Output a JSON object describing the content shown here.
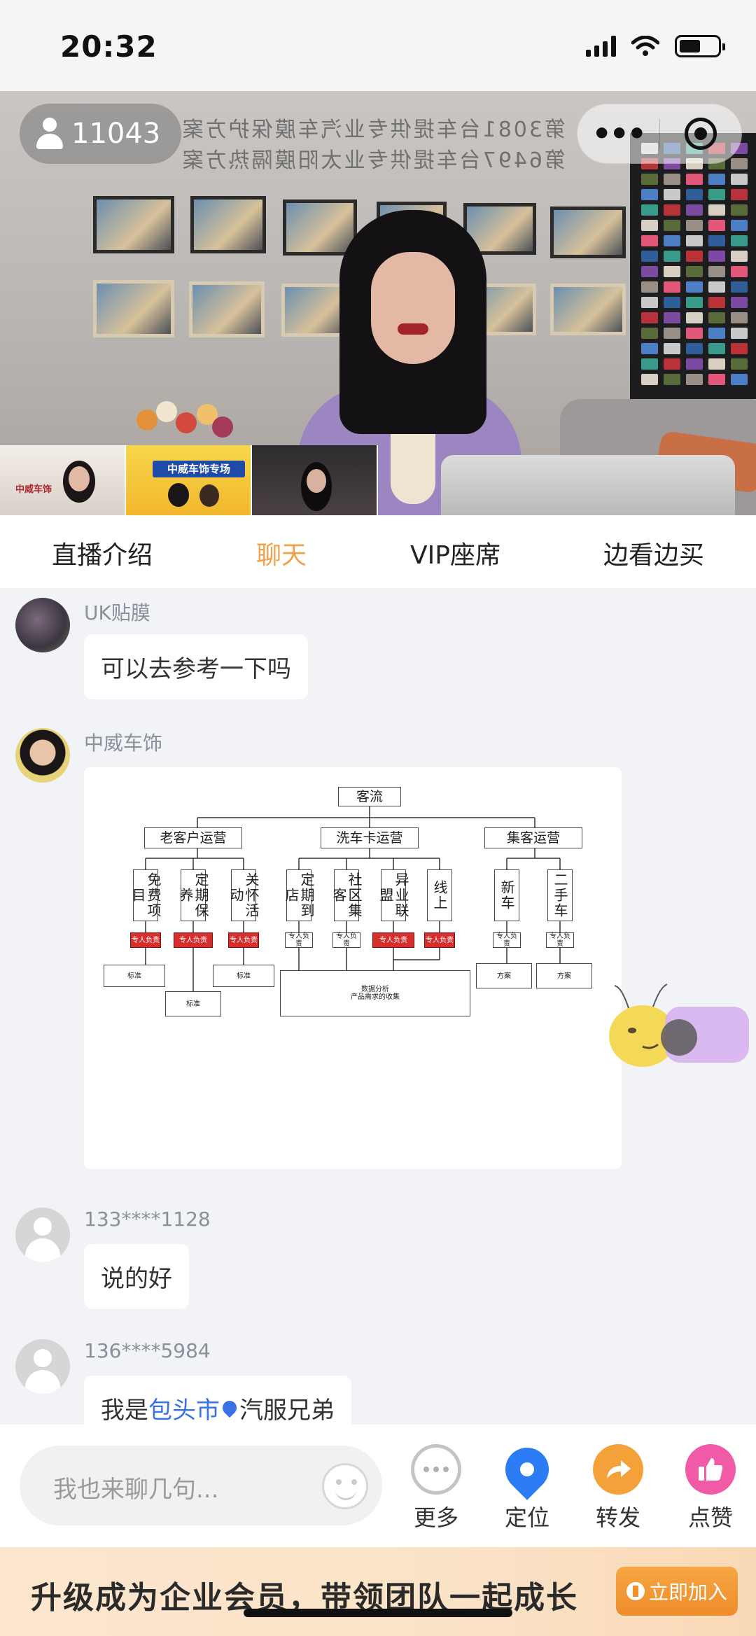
{
  "status_bar": {
    "time": "20:32"
  },
  "live": {
    "viewer_count": "11043",
    "wall_text_line1": "第3081台车提供专业汽车膜保护方案",
    "wall_text_line2": "第6497台车提供专业太阳膜隔热方案",
    "thumb_banner": "中威车饰专场",
    "thumb_logo": "中威车饰"
  },
  "tabs": [
    {
      "label": "直播介绍",
      "active": false
    },
    {
      "label": "聊天",
      "active": true
    },
    {
      "label": "VIP座席",
      "active": false
    },
    {
      "label": "边看边买",
      "active": false
    }
  ],
  "messages": [
    {
      "name": "UK贴膜",
      "text": "可以去参考一下吗"
    },
    {
      "name": "中威车饰",
      "type": "image"
    },
    {
      "name": "133****1128",
      "text": "说的好"
    },
    {
      "name": "136****5984",
      "text_prefix": "我是",
      "location": "包头市",
      "text_suffix": "汽服兄弟"
    }
  ],
  "flowchart": {
    "root": "客流",
    "level1": [
      "老客户运营",
      "洗车卡运营",
      "集客运营"
    ],
    "level2": [
      "免费项目",
      "定期保养",
      "关怀活动",
      "定期到店",
      "社区集客",
      "异业联盟",
      "线上",
      "新车",
      "二手车"
    ],
    "owner_label": "专人负责",
    "standard": "标准",
    "plan": "方案",
    "analysis_line1": "数据分析",
    "analysis_line2": "产品需求的收集"
  },
  "input_bar": {
    "placeholder": "我也来聊几句...",
    "actions": [
      "更多",
      "定位",
      "转发",
      "点赞"
    ]
  },
  "promo": {
    "text": "升级成为企业会员，带领团队一起成长",
    "button": "立即加入"
  },
  "colors": {
    "accent": "#f0a24a",
    "link": "#3a72e6",
    "owner_red": "#d62d2d"
  }
}
